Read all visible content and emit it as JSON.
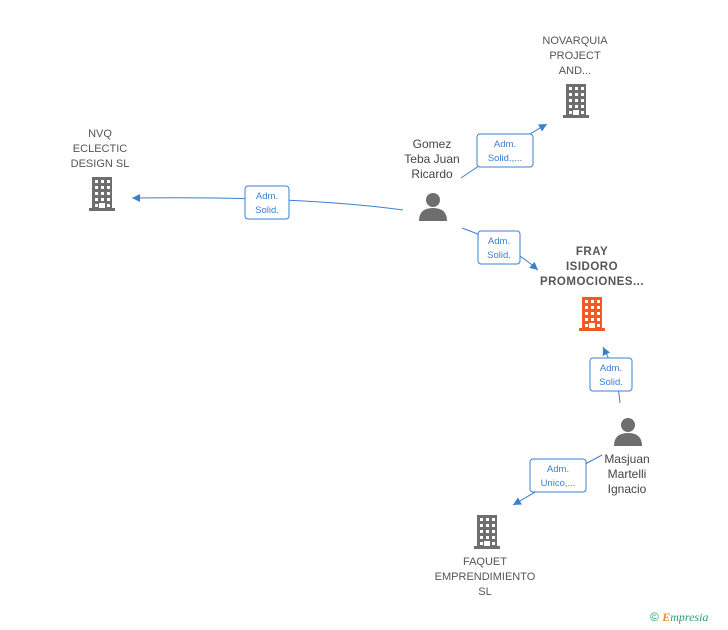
{
  "colors": {
    "edge": "#3b7fd0",
    "company": "#6e6e6e",
    "focus_company": "#f05a28",
    "person": "#6e6e6e",
    "brand": "#2c9e6a"
  },
  "nodes": [
    {
      "id": "novarquia",
      "type": "company",
      "label": "NOVARQUIA\nPROJECT\nAND..."
    },
    {
      "id": "nvq",
      "type": "company",
      "label": "NVQ\nECLECTIC\nDESIGN SL"
    },
    {
      "id": "gomez",
      "type": "person",
      "label": "Gomez\nTeba Juan\nRicardo"
    },
    {
      "id": "fray",
      "type": "focus_company",
      "label": "FRAY\nISIDORO\nPROMOCIONES..."
    },
    {
      "id": "masjuan",
      "type": "person",
      "label": "Masjuan\nMartelli\nIgnacio"
    },
    {
      "id": "faquet",
      "type": "company",
      "label": "FAQUET\nEMPRENDIMIENTO\nSL"
    }
  ],
  "edges": [
    {
      "from": "gomez",
      "to": "nvq",
      "label_line1": "Adm.",
      "label_line2": "Solid."
    },
    {
      "from": "gomez",
      "to": "novarquia",
      "label_line1": "Adm.",
      "label_line2": "Solid.,..."
    },
    {
      "from": "gomez",
      "to": "fray",
      "label_line1": "Adm.",
      "label_line2": "Solid."
    },
    {
      "from": "masjuan",
      "to": "fray",
      "label_line1": "Adm.",
      "label_line2": "Solid."
    },
    {
      "from": "masjuan",
      "to": "faquet",
      "label_line1": "Adm.",
      "label_line2": "Unico,..."
    }
  ],
  "footer": {
    "copyright": "©",
    "brand_initial": "E",
    "brand_rest": "mpresia"
  }
}
